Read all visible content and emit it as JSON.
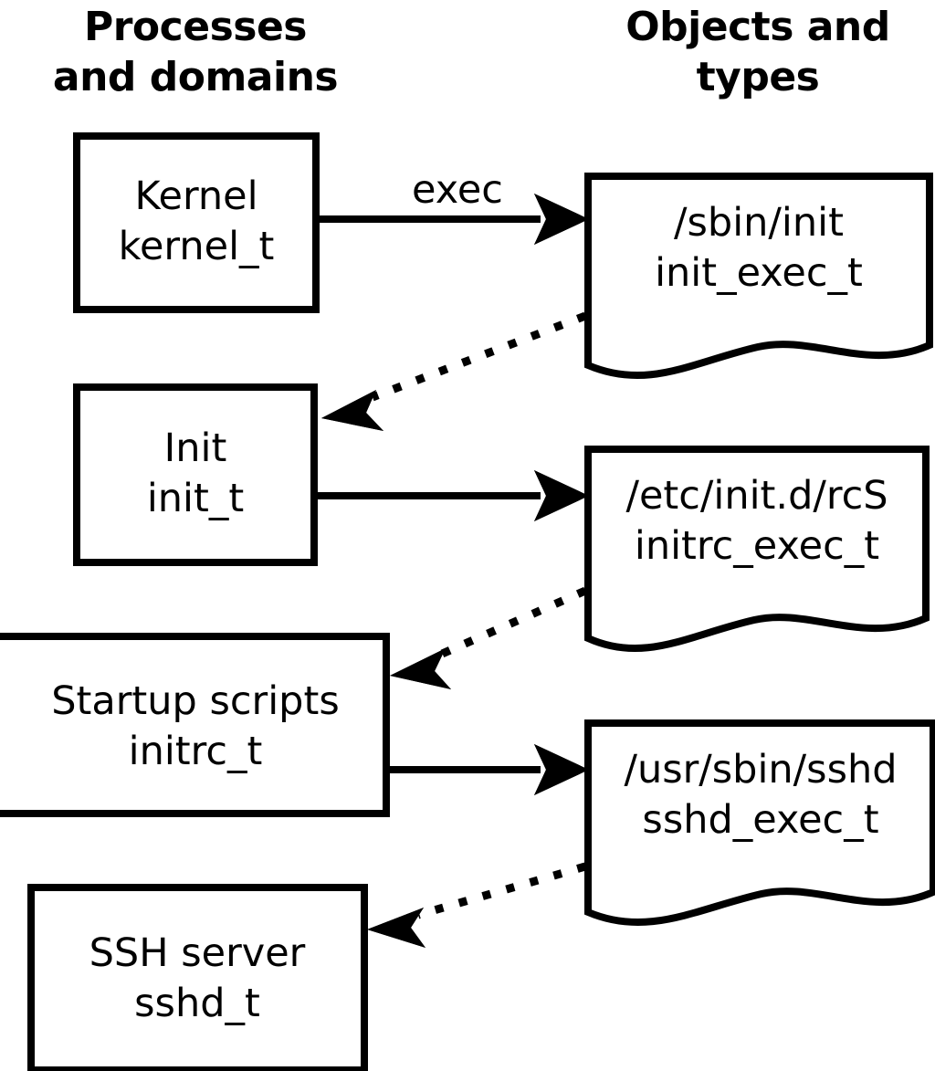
{
  "diagram": {
    "title_columns": [
      {
        "id": "processes",
        "label_line1": "Processes",
        "label_line2": "and domains"
      },
      {
        "id": "objects",
        "label_line1": "Objects and",
        "label_line2": "types"
      }
    ],
    "colors": {
      "stroke": "#000000",
      "fill": "#ffffff",
      "text": "#000000"
    },
    "process_nodes": [
      {
        "id": "kernel",
        "name_line1": "Kernel",
        "name_line2": "kernel_t"
      },
      {
        "id": "init",
        "name_line1": "Init",
        "name_line2": "init_t"
      },
      {
        "id": "initrc",
        "name_line1": "Startup scripts",
        "name_line2": "initrc_t"
      },
      {
        "id": "sshd",
        "name_line1": "SSH server",
        "name_line2": "sshd_t"
      }
    ],
    "object_nodes": [
      {
        "id": "init_exec",
        "name_line1": "/sbin/init",
        "name_line2": "init_exec_t"
      },
      {
        "id": "initrc_exec",
        "name_line1": "/etc/init.d/rcS",
        "name_line2": "initrc_exec_t"
      },
      {
        "id": "sshd_exec",
        "name_line1": "/usr/sbin/sshd",
        "name_line2": "sshd_exec_t"
      }
    ],
    "edges": [
      {
        "id": "kernel-exec-init_exec",
        "from": "kernel",
        "to": "init_exec",
        "style": "solid",
        "label": "exec"
      },
      {
        "id": "init_exec-transition-init",
        "from": "init_exec",
        "to": "init",
        "style": "dotted",
        "label": ""
      },
      {
        "id": "init-exec-initrc_exec",
        "from": "init",
        "to": "initrc_exec",
        "style": "solid",
        "label": ""
      },
      {
        "id": "initrc_exec-transition-initrc",
        "from": "initrc_exec",
        "to": "initrc",
        "style": "dotted",
        "label": ""
      },
      {
        "id": "initrc-exec-sshd_exec",
        "from": "initrc",
        "to": "sshd_exec",
        "style": "solid",
        "label": ""
      },
      {
        "id": "sshd_exec-transition-sshd",
        "from": "sshd_exec",
        "to": "sshd",
        "style": "dotted",
        "label": ""
      }
    ]
  }
}
